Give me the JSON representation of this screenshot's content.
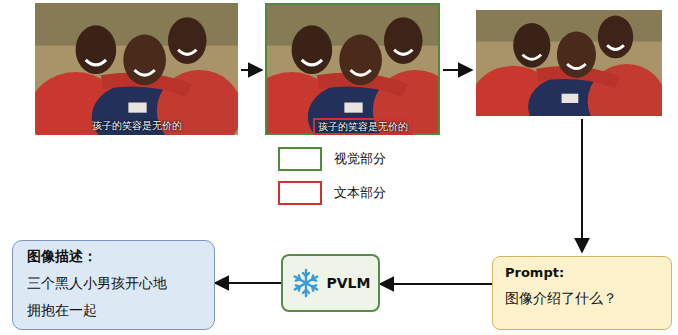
{
  "diagram": {
    "nodes": [
      {
        "text": [
          "孩子的笑容是无价的"
        ]
      },
      {
        "text": [
          "孩子的笑容是无价的"
        ]
      },
      {
        "text": [
          "Prompt:",
          "图像介绍了什么？"
        ]
      },
      {
        "text": [
          "PVLM"
        ]
      },
      {
        "text": [
          "图像描述：",
          "三个黑人小男孩开心地 拥抱在一起"
        ]
      }
    ],
    "edges": [
      {
        "from": 2,
        "to": 3,
        "arrow": "to"
      },
      {
        "from": 3,
        "to": 4,
        "arrow": "to"
      }
    ],
    "legend": [
      {
        "text": "视觉部分",
        "color": "#4f8a3a"
      },
      {
        "text": "文本部分",
        "color": "#d03030"
      }
    ]
  }
}
